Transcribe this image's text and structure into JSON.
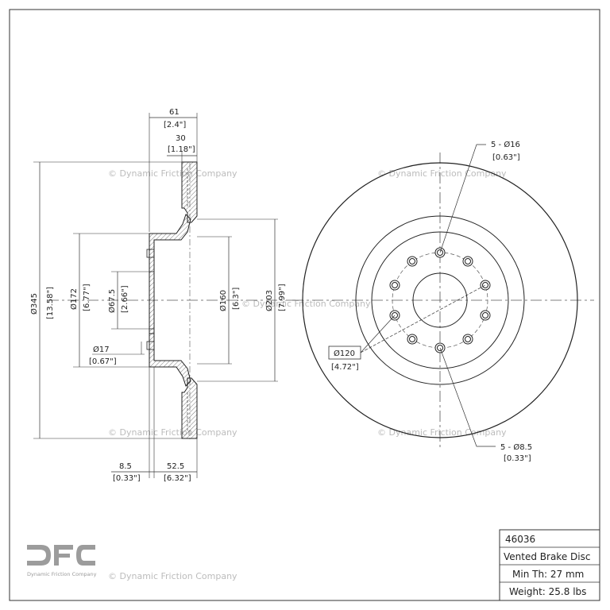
{
  "watermark": "© Dynamic Friction Company",
  "logo": {
    "letters": "DFC",
    "tagline": "Dynamic Friction Company"
  },
  "dimensions": {
    "overall_width": {
      "mm": "61",
      "in": "[2.4\"]"
    },
    "inner_width": {
      "mm": "30",
      "in": "[1.18\"]"
    },
    "outer_diameter": {
      "mm": "Ø345",
      "in": "[13.58\"]"
    },
    "hat_diameter": {
      "mm": "Ø172",
      "in": "[6.77\"]"
    },
    "center_bore": {
      "mm": "Ø67.5",
      "in": "[2.66\"]"
    },
    "bolt_circle_inner": {
      "mm": "Ø160",
      "in": "[6.3\"]"
    },
    "rotor_inner": {
      "mm": "Ø203",
      "in": "[7.99\"]"
    },
    "hat_thickness": {
      "mm": "Ø17",
      "in": "[0.67\"]"
    },
    "flange_thickness": {
      "mm": "8.5",
      "in": "[0.33\"]"
    },
    "offset": {
      "mm": "52.5",
      "in": "[6.32\"]"
    },
    "bolt_holes": {
      "mm": "5 - Ø16",
      "in": "[0.63\"]"
    },
    "pilot_holes": {
      "mm": "5 - Ø8.5",
      "in": "[0.33\"]"
    },
    "pcd": {
      "mm": "Ø120",
      "in": "[4.72\"]"
    }
  },
  "title_block": {
    "part_number": "46036",
    "description": "Vented Brake Disc",
    "min_thickness": "Min Th: 27 mm",
    "weight": "Weight: 25.8 lbs"
  }
}
